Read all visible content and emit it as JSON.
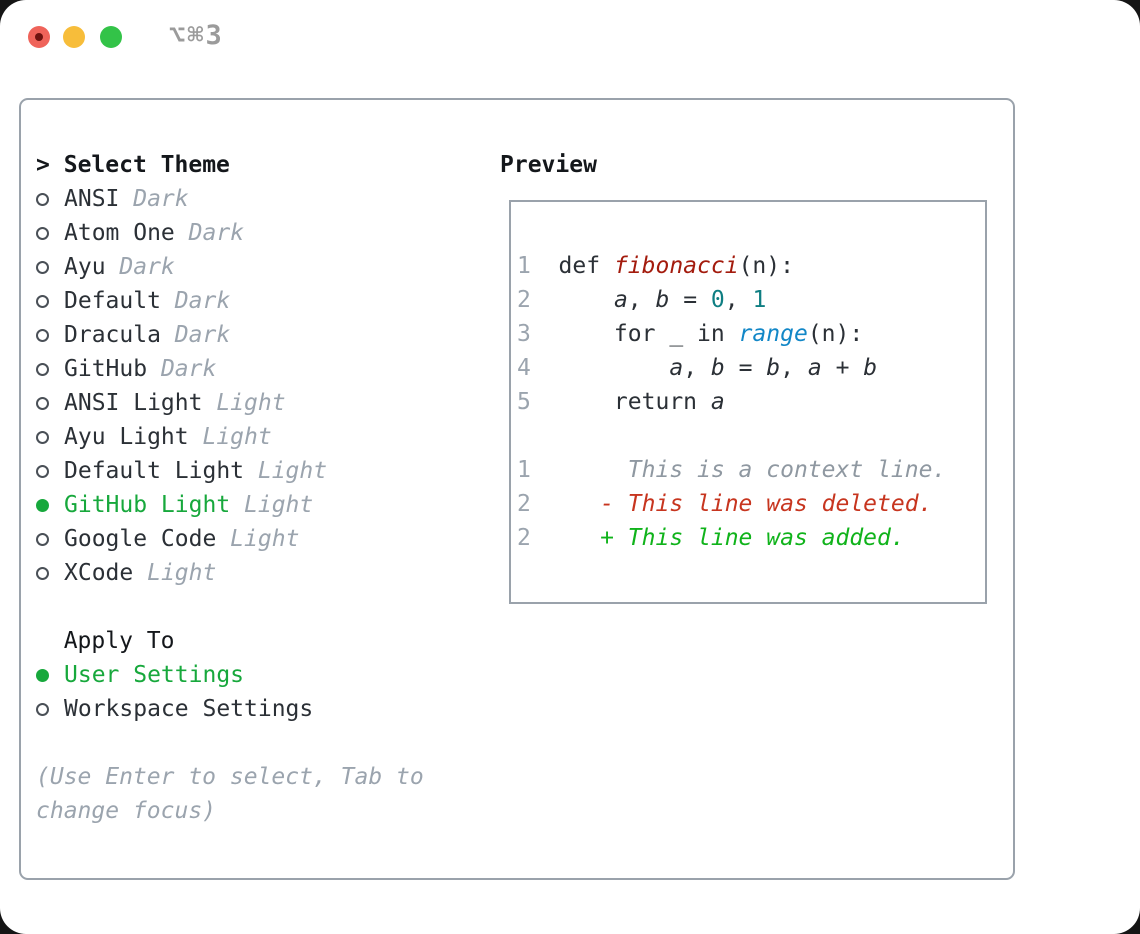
{
  "titlebar": {
    "shortcut": "⌥⌘3",
    "buttons": [
      "close",
      "minimize",
      "zoom"
    ]
  },
  "select_theme": {
    "prompt": ">",
    "title": "Select Theme",
    "items": [
      {
        "name": "ANSI",
        "tag": "Dark",
        "selected": false
      },
      {
        "name": "Atom One",
        "tag": "Dark",
        "selected": false
      },
      {
        "name": "Ayu",
        "tag": "Dark",
        "selected": false
      },
      {
        "name": "Default",
        "tag": "Dark",
        "selected": false
      },
      {
        "name": "Dracula",
        "tag": "Dark",
        "selected": false
      },
      {
        "name": "GitHub",
        "tag": "Dark",
        "selected": false
      },
      {
        "name": "ANSI Light",
        "tag": "Light",
        "selected": false
      },
      {
        "name": "Ayu Light",
        "tag": "Light",
        "selected": false
      },
      {
        "name": "Default Light",
        "tag": "Light",
        "selected": false
      },
      {
        "name": "GitHub Light",
        "tag": "Light",
        "selected": true
      },
      {
        "name": "Google Code",
        "tag": "Light",
        "selected": false
      },
      {
        "name": "XCode",
        "tag": "Light",
        "selected": false
      }
    ],
    "apply_to": {
      "title": "Apply To",
      "options": [
        {
          "name": "User Settings",
          "selected": true
        },
        {
          "name": "Workspace Settings",
          "selected": false
        }
      ]
    },
    "hint_lines": [
      "(Use Enter to select, Tab to",
      "change focus)"
    ]
  },
  "preview": {
    "title": "Preview",
    "rows": [
      {
        "num": "1",
        "segments": [
          {
            "text": "def ",
            "color": "code"
          },
          {
            "text": "fibonacci",
            "color": "func",
            "italic": true
          },
          {
            "text": "(n):",
            "color": "code"
          }
        ]
      },
      {
        "num": "2",
        "segments": [
          {
            "text": "    ",
            "color": "code"
          },
          {
            "text": "a",
            "color": "code",
            "italic": true
          },
          {
            "text": ", ",
            "color": "code"
          },
          {
            "text": "b",
            "color": "code",
            "italic": true
          },
          {
            "text": " = ",
            "color": "code"
          },
          {
            "text": "0",
            "color": "number"
          },
          {
            "text": ", ",
            "color": "code"
          },
          {
            "text": "1",
            "color": "number"
          }
        ]
      },
      {
        "num": "3",
        "segments": [
          {
            "text": "    for _ in ",
            "color": "code"
          },
          {
            "text": "range",
            "color": "builtin",
            "italic": true
          },
          {
            "text": "(n):",
            "color": "code"
          }
        ]
      },
      {
        "num": "4",
        "segments": [
          {
            "text": "        ",
            "color": "code"
          },
          {
            "text": "a",
            "color": "code",
            "italic": true
          },
          {
            "text": ", ",
            "color": "code"
          },
          {
            "text": "b",
            "color": "code",
            "italic": true
          },
          {
            "text": " = ",
            "color": "code"
          },
          {
            "text": "b",
            "color": "code",
            "italic": true
          },
          {
            "text": ", ",
            "color": "code"
          },
          {
            "text": "a",
            "color": "code",
            "italic": true
          },
          {
            "text": " + ",
            "color": "code"
          },
          {
            "text": "b",
            "color": "code",
            "italic": true
          }
        ]
      },
      {
        "num": "5",
        "segments": [
          {
            "text": "    return ",
            "color": "code"
          },
          {
            "text": "a",
            "color": "code",
            "italic": true
          }
        ]
      },
      {
        "blank": true
      },
      {
        "num": "1",
        "segments": [
          {
            "text": "     This is a context line.",
            "color": "context",
            "italic": true
          }
        ]
      },
      {
        "num": "2",
        "segments": [
          {
            "text": "   - This line was deleted.",
            "color": "deleted",
            "italic": true
          }
        ]
      },
      {
        "num": "2",
        "segments": [
          {
            "text": "   + This line was added.",
            "color": "added",
            "italic": true
          }
        ]
      }
    ]
  },
  "colors": {
    "accent_green": "#17a83c",
    "added": "#10b31b",
    "deleted": "#c7351f",
    "func": "#a31b0d",
    "number": "#0e7e82",
    "builtin": "#1287c7",
    "code": "#2b3036",
    "context": "#8f98a1",
    "muted": "#9ba4ae",
    "line_number": "#9ba4ae",
    "panel_border": "#9aa2ab",
    "title_gray": "#9b9b9b",
    "traffic_red": "#ef635a",
    "traffic_yellow": "#f7bd3a",
    "traffic_green": "#33c348"
  }
}
